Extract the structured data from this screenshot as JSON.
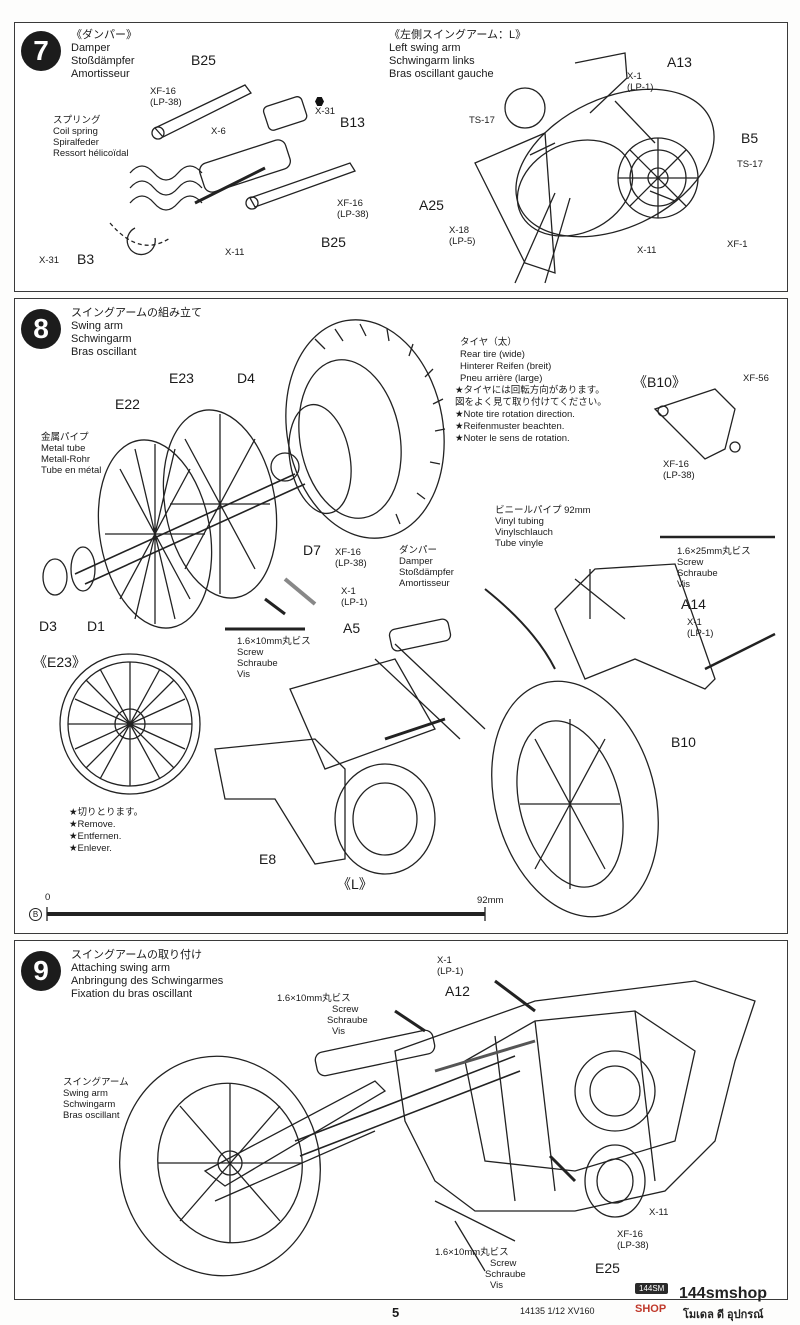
{
  "step7": {
    "number": "7",
    "damper_title": [
      "《ダンパー》",
      "Damper",
      "Stoßdämpfer",
      "Amortisseur"
    ],
    "swingarm_title": [
      "《左側スイングアーム：L》",
      "Left swing arm",
      "Schwingarm links",
      "Bras oscillant gauche"
    ],
    "spring": [
      "スプリング",
      "Coil spring",
      "Spiralfeder",
      "Ressort hélicoïdal"
    ],
    "parts": {
      "b25a": "B25",
      "b25b": "B25",
      "b13": "B13",
      "b3": "B3",
      "a13": "A13",
      "b5": "B5",
      "a25": "A25"
    },
    "paints": {
      "xf16a": [
        "XF-16",
        "(LP-38)"
      ],
      "x31a": "X-31",
      "x6": "X-6",
      "x11a": "X-11",
      "xf16b": [
        "XF-16",
        "(LP-38)"
      ],
      "x31b": "X-31",
      "x1a": [
        "X-1",
        "(LP-1)"
      ],
      "ts17a": "TS-17",
      "ts17b": "TS-17",
      "x18": [
        "X-18",
        "(LP-5)"
      ],
      "x11b": "X-11",
      "xf1": "XF-1"
    }
  },
  "step8": {
    "number": "8",
    "title": [
      "スイングアームの組み立て",
      "Swing arm",
      "Schwingarm",
      "Bras oscillant"
    ],
    "parts": {
      "e23": "E23",
      "d4": "D4",
      "e22": "E22",
      "d7": "D7",
      "d3": "D3",
      "d1": "D1",
      "a5": "A5",
      "a14": "A14",
      "b10": "B10",
      "e8": "E8"
    },
    "metal_tube": [
      "金属パイプ",
      "Metal tube",
      "Metall-Rohr",
      "Tube en métal"
    ],
    "tire": [
      "タイヤ（太）",
      "Rear tire (wide)",
      "Hinterer Reifen (breit)",
      "Pneu arrière (large)"
    ],
    "tire_note": [
      "★タイヤには回転方向があります。",
      "図をよく見て取り付けてください。",
      "★Note tire rotation direction.",
      "★Reifenmuster beachten.",
      "★Noter le sens de rotation."
    ],
    "b10_sub": "《B10》",
    "xf56": "XF-56",
    "xf16c": [
      "XF-16",
      "(LP-38)"
    ],
    "xf16d": [
      "XF-16",
      "(LP-38)"
    ],
    "vinyl": [
      "ビニールパイプ 92mm",
      "Vinyl tubing",
      "Vinylschlauch",
      "Tube vinyle"
    ],
    "screw25": [
      "1.6×25mm丸ビス",
      "Screw",
      "Schraube",
      "Vis"
    ],
    "screw10": [
      "1.6×10mm丸ビス",
      "Screw",
      "Schraube",
      "Vis"
    ],
    "damper": [
      "ダンパー",
      "Damper",
      "Stoßdämpfer",
      "Amortisseur"
    ],
    "x1b": [
      "X-1",
      "(LP-1)"
    ],
    "x1c": [
      "X-1",
      "(LP-1)"
    ],
    "e23_sub": "《E23》",
    "remove": [
      "★切りとります。",
      "★Remove.",
      "★Entfernen.",
      "★Enlever."
    ],
    "l_sub": "《L》",
    "ruler": {
      "start": "0",
      "end": "92mm",
      "marker": "B"
    }
  },
  "step9": {
    "number": "9",
    "title": [
      "スイングアームの取り付け",
      "Attaching swing arm",
      "Anbringung des Schwingarmes",
      "Fixation du bras oscillant"
    ],
    "screw10a": [
      "1.6×10mm丸ビス",
      "Screw",
      "Schraube",
      "Vis"
    ],
    "screw10b": [
      "1.6×10mm丸ビス",
      "Screw",
      "Schraube",
      "Vis"
    ],
    "x1": [
      "X-1",
      "(LP-1)"
    ],
    "a12": "A12",
    "swingarm": [
      "スイングアーム",
      "Swing arm",
      "Schwingarm",
      "Bras oscillant"
    ],
    "x11": "X-11",
    "xf16": [
      "XF-16",
      "(LP-38)"
    ],
    "e25": "E25"
  },
  "footer": {
    "page": "5",
    "code": "14135  1/12 XV160",
    "shop": "144smshop",
    "shop_sub": "SHOP",
    "thai": "โมเดล ดี อุปกรณ์",
    "badge": "144SM"
  }
}
